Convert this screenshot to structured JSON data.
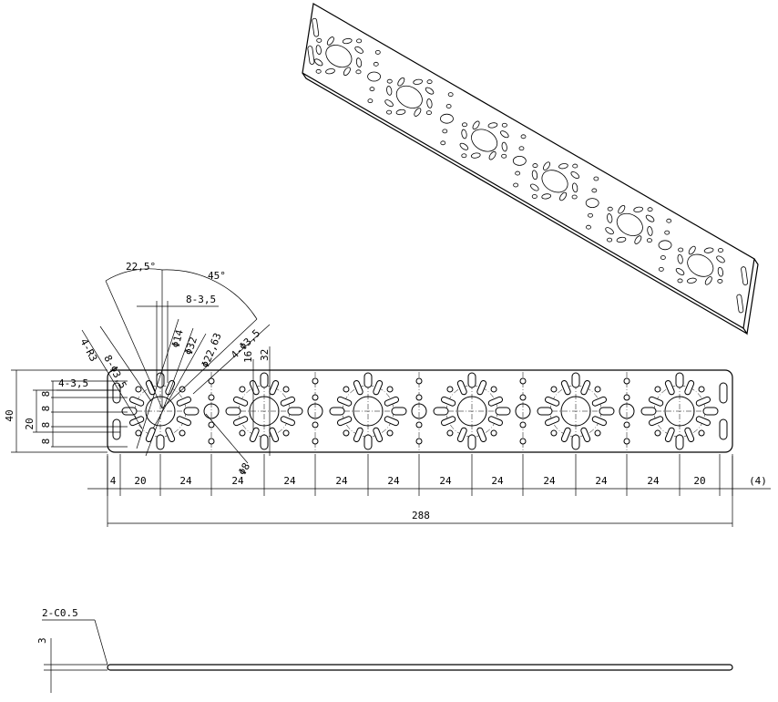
{
  "dimensions": {
    "bottom_segments": [
      "4",
      "20",
      "24",
      "24",
      "24",
      "24",
      "24",
      "24",
      "24",
      "24",
      "24",
      "24",
      "20",
      "(4)"
    ],
    "overall_length": "288",
    "height_40": "40",
    "height_20": "20",
    "row_8_a": "8",
    "row_8_b": "8",
    "row_8_c": "8",
    "row_8_d": "8",
    "slot_4_35": "4-3,5",
    "angle_225": "22,5°",
    "angle_45": "45°",
    "holes_8_35_top": "8-3,5",
    "phi_14": "Φ14",
    "phi_32": "Φ32",
    "phi_2263": "Φ22,63",
    "holes_4_35": "4-Φ3,5",
    "holes_8_35_side": "8-Φ3,5",
    "holes_4_r3": "4-R3",
    "dim_16": "16",
    "dim_32": "32",
    "phi_8": "Φ8",
    "thickness": "3",
    "chamfer": "2-C0.5"
  }
}
